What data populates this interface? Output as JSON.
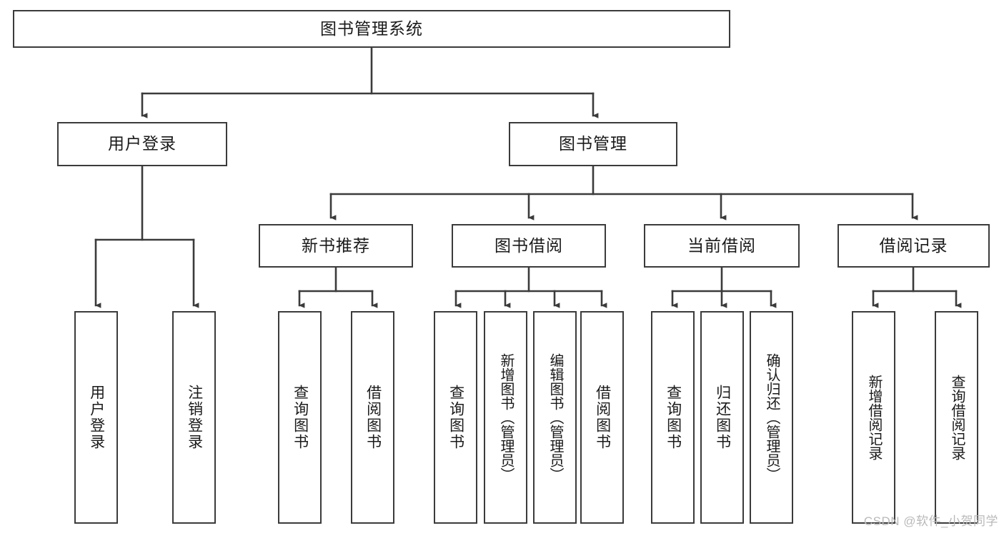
{
  "diagram": {
    "type": "tree-hierarchy",
    "title": "图书管理系统",
    "orientation": "top-down",
    "colors": {
      "box_border": "#3b3b3b",
      "box_fill": "#ffffff",
      "connector": "#3b3b3b",
      "text": "#1a1a1a",
      "watermark": "#b9b9b9"
    },
    "root": {
      "label": "图书管理系统"
    },
    "level2": [
      {
        "id": "user-login",
        "label": "用户登录"
      },
      {
        "id": "book-management",
        "label": "图书管理"
      }
    ],
    "level3": [
      {
        "id": "new-book-recommend",
        "label": "新书推荐",
        "parent": "book-management"
      },
      {
        "id": "book-borrow",
        "label": "图书借阅",
        "parent": "book-management"
      },
      {
        "id": "current-borrow",
        "label": "当前借阅",
        "parent": "book-management"
      },
      {
        "id": "borrow-record",
        "label": "借阅记录",
        "parent": "book-management"
      }
    ],
    "leaves": {
      "user_login": [
        {
          "id": "leaf-user-login",
          "label": "用户登录"
        },
        {
          "id": "leaf-logout-login",
          "label": "注销登录"
        }
      ],
      "new_book_recommend": [
        {
          "id": "leaf-query-book-1",
          "label": "查询图书"
        },
        {
          "id": "leaf-borrow-book-1",
          "label": "借阅图书"
        }
      ],
      "book_borrow": [
        {
          "id": "leaf-query-book-2",
          "label": "查询图书"
        },
        {
          "id": "leaf-add-book",
          "label": "新增图书（管理员）"
        },
        {
          "id": "leaf-edit-book",
          "label": "编辑图书（管理员）"
        },
        {
          "id": "leaf-borrow-book-2",
          "label": "借阅图书"
        }
      ],
      "current_borrow": [
        {
          "id": "leaf-query-book-3",
          "label": "查询图书"
        },
        {
          "id": "leaf-return-book",
          "label": "归还图书"
        },
        {
          "id": "leaf-confirm-return",
          "label": "确认归还（管理员）"
        }
      ],
      "borrow_record": [
        {
          "id": "leaf-add-record",
          "label": "新增借阅记录"
        },
        {
          "id": "leaf-query-record",
          "label": "查询借阅记录"
        }
      ]
    }
  },
  "watermark": {
    "text": "CSDN @软件_小贺同学"
  }
}
